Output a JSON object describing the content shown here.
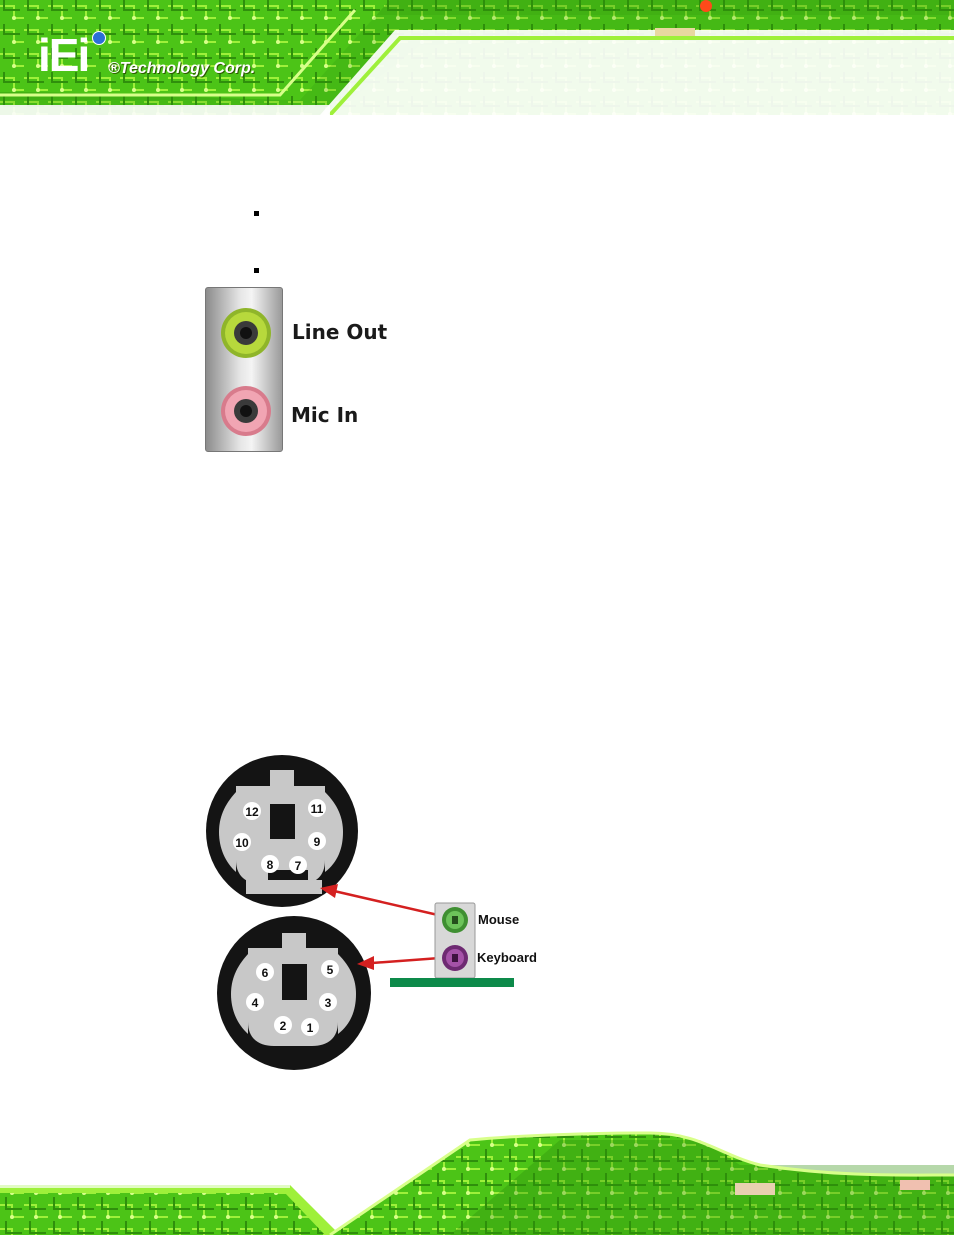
{
  "header": {
    "logo_mark": "iEi",
    "logo_text": "®Technology Corp."
  },
  "audio_panel": {
    "jacks": [
      {
        "label": "Line Out",
        "color": "#a8c832"
      },
      {
        "label": "Mic In",
        "color": "#e98fa0"
      }
    ]
  },
  "ps2_diagram": {
    "mouse_connector_pins": [
      "12",
      "11",
      "10",
      "9",
      "8",
      "7"
    ],
    "keyboard_connector_pins": [
      "6",
      "5",
      "4",
      "3",
      "2",
      "1"
    ],
    "port_labels": {
      "mouse": "Mouse",
      "keyboard": "Keyboard"
    },
    "colors": {
      "mouse_port": "#4ea83c",
      "keyboard_port": "#8b3b8f",
      "arrow": "#d42020",
      "board_edge": "#0d8a4a"
    }
  },
  "theme": {
    "pcb_green": "#4cc417",
    "pcb_light": "#9ef03a",
    "pcb_dark": "#1f6b0a"
  }
}
